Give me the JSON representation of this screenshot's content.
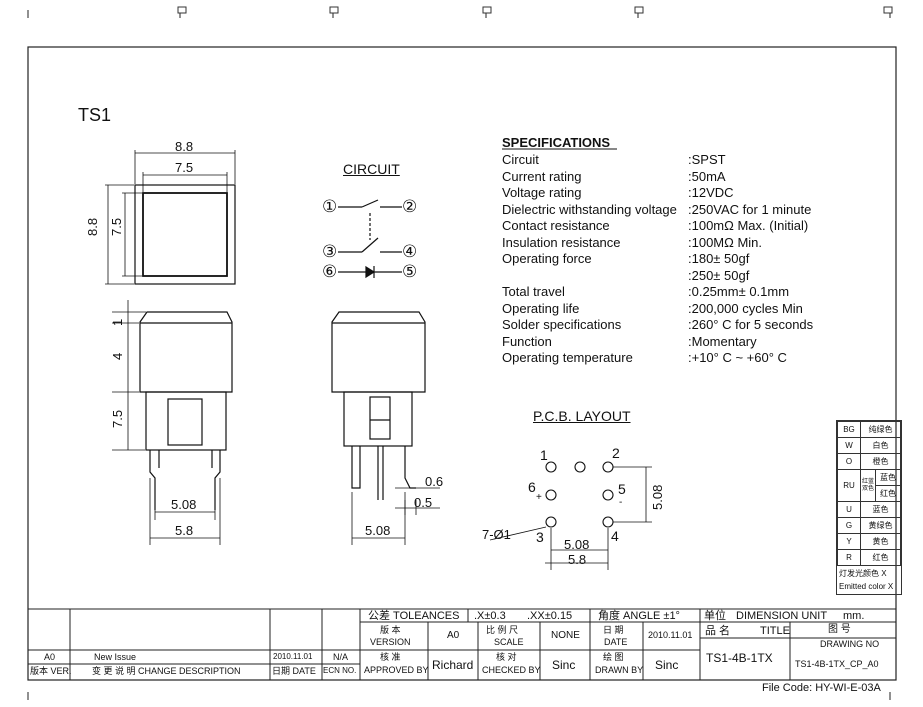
{
  "title": "TS1",
  "dims": {
    "top_w_outer": "8.8",
    "top_w_inner": "7.5",
    "top_h_outer": "8.8",
    "top_h_inner": "7.5",
    "side_h1": "1",
    "side_h2": "4",
    "side_h3": "7.5",
    "side_w1": "5.08",
    "side_w2": "5.8",
    "front_w": "5.08",
    "front_lead_w1": "0.6",
    "front_lead_w2": "0.5"
  },
  "circuit": {
    "title": "CIRCUIT",
    "pins": [
      "①",
      "②",
      "③",
      "④",
      "⑥",
      "⑤"
    ]
  },
  "specifications": {
    "heading": "SPECIFICATIONS",
    "rows": [
      {
        "label": "Circuit",
        "value": ":SPST"
      },
      {
        "label": "Current rating",
        "value": ":50mA"
      },
      {
        "label": "Voltage rating",
        "value": ":12VDC"
      },
      {
        "label": "Dielectric withstanding voltage",
        "value": ":250VAC for 1 minute"
      },
      {
        "label": "Contact resistance",
        "value": ":100mΩ   Max. (Initial)"
      },
      {
        "label": "Insulation resistance",
        "value": ":100MΩ   Min."
      },
      {
        "label": "Operating force",
        "value": ":180± 50gf"
      },
      {
        "label": "",
        "value": ":250± 50gf"
      },
      {
        "label": "Total travel",
        "value": ":0.25mm± 0.1mm"
      },
      {
        "label": "Operating life",
        "value": ":200,000 cycles Min"
      },
      {
        "label": "Solder specifications",
        "value": ":260° C for 5 seconds"
      },
      {
        "label": "Function",
        "value": ":Momentary"
      },
      {
        "label": "Operating temperature",
        "value": ":+10° C ~ +60° C"
      }
    ]
  },
  "pcb": {
    "title": "P.C.B. LAYOUT",
    "pins": [
      "1",
      "2",
      "6",
      "5",
      "3",
      "4"
    ],
    "plus": "+",
    "minus": "-",
    "hole": "7-Ø1",
    "dim_v": "5.08",
    "dim_h1": "5.08",
    "dim_h2": "5.8"
  },
  "color_legend": {
    "rows": [
      {
        "code": "BG",
        "name": "纯绿色"
      },
      {
        "code": "W",
        "name": "白色"
      },
      {
        "code": "O",
        "name": "橙色"
      },
      {
        "code": "RU",
        "side": "红蓝双色",
        "a": "蓝色",
        "b": "红色"
      },
      {
        "code": "U",
        "name": "蓝色"
      },
      {
        "code": "G",
        "name": "黄绿色"
      },
      {
        "code": "Y",
        "name": "黄色"
      },
      {
        "code": "R",
        "name": "红色"
      }
    ],
    "note1": "灯发光颜色  X",
    "note2": "Emitted color X"
  },
  "title_block": {
    "tol_cn": "公差 TOLEANCES",
    "tol1": ".X±0.3",
    "tol2": ".XX±0.15",
    "angle": "角度 ANGLE ±1°",
    "unit_cn": "单位",
    "unit": "DIMENSION UNIT",
    "unit_val": "mm.",
    "version_cn": "版 本",
    "version": "VERSION",
    "version_val": "A0",
    "scale_cn": "比 例 尺",
    "scale": "SCALE",
    "scale_val": "NONE",
    "date_cn": "日 期",
    "date": "DATE",
    "date_val": "2010.11.01",
    "name_cn": "品 名",
    "name": "TITLE",
    "name_val": "TS1-4B-1TX",
    "dwg_cn": "图 号",
    "dwg": "DRAWING NO",
    "dwg_val": "TS1-4B-1TX_CP_A0",
    "approved_cn": "核 准",
    "approved": "APPROVED BY",
    "approved_val": "Richard",
    "checked_cn": "核 对",
    "checked": "CHECKED BY",
    "checked_val": "Sinc",
    "drawn_cn": "绘 图",
    "drawn": "DRAWN BY",
    "drawn_val": "Sinc",
    "rev_ver": "A0",
    "rev_desc": "New Issue",
    "rev_date": "2010.11.01",
    "rev_ecn": "N/A",
    "h_ver": "版本 VER.",
    "h_desc": "变 更 说 明   CHANGE DESCRIPTION",
    "h_date": "日期 DATE",
    "h_ecn": "ECN NO."
  },
  "file_code": "File Code: HY-WI-E-03A"
}
